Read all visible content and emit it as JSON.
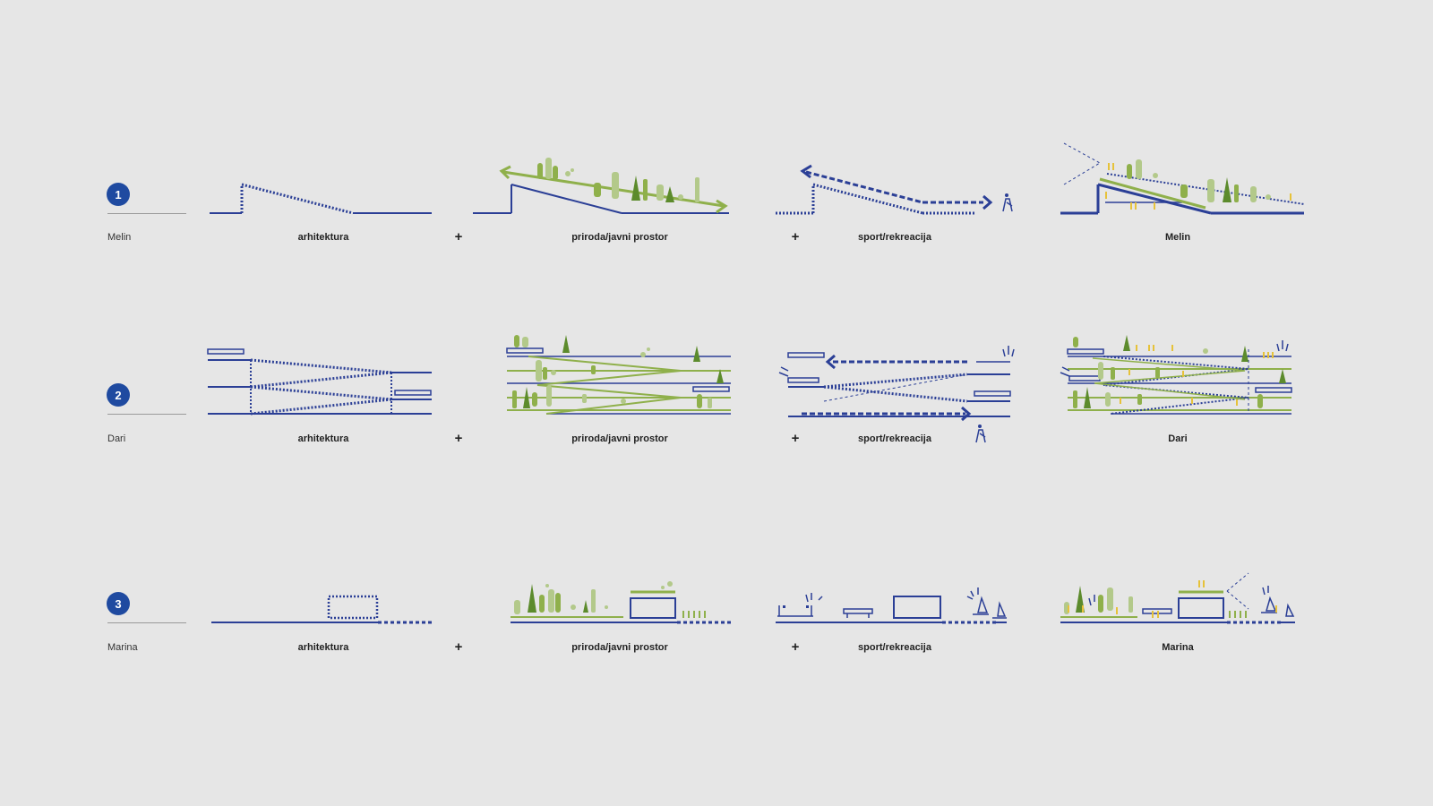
{
  "colors": {
    "background": "#e6e6e6",
    "blue": "#2b3f96",
    "green": "#8fb04b",
    "light_green": "#b3c98a",
    "dark_green": "#5c8b2c",
    "yellow": "#e6c23a",
    "badge": "#1f4aa0"
  },
  "column_labels": {
    "architecture": "arhitektura",
    "nature": "priroda/javni prostor",
    "sport": "sport/rekreacija"
  },
  "plus_sign": "+",
  "rows": [
    {
      "number": "1",
      "name": "Melin",
      "result": "Melin"
    },
    {
      "number": "2",
      "name": "Dari",
      "result": "Dari"
    },
    {
      "number": "3",
      "name": "Marina",
      "result": "Marina"
    }
  ]
}
